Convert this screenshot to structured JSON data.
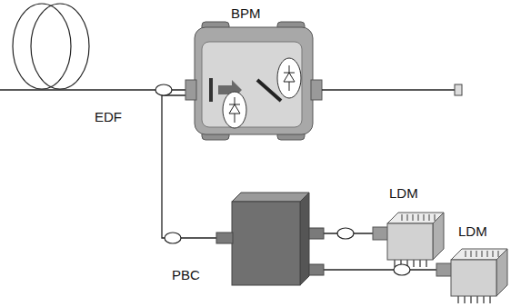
{
  "diagram": {
    "nodes": [
      {
        "text": [
          "EDF"
        ]
      },
      {
        "text": [
          "BPM"
        ]
      },
      {
        "text": [
          "PBC"
        ]
      },
      {
        "text": [
          "LDM"
        ]
      },
      {
        "text": [
          "LDM"
        ]
      }
    ],
    "edges": [
      {
        "from": 0,
        "to": 1,
        "arrow": "none"
      },
      {
        "from": 1,
        "to": 2,
        "arrow": "none"
      },
      {
        "from": 2,
        "to": 3,
        "arrow": "none"
      },
      {
        "from": 2,
        "to": 4,
        "arrow": "none"
      }
    ]
  }
}
